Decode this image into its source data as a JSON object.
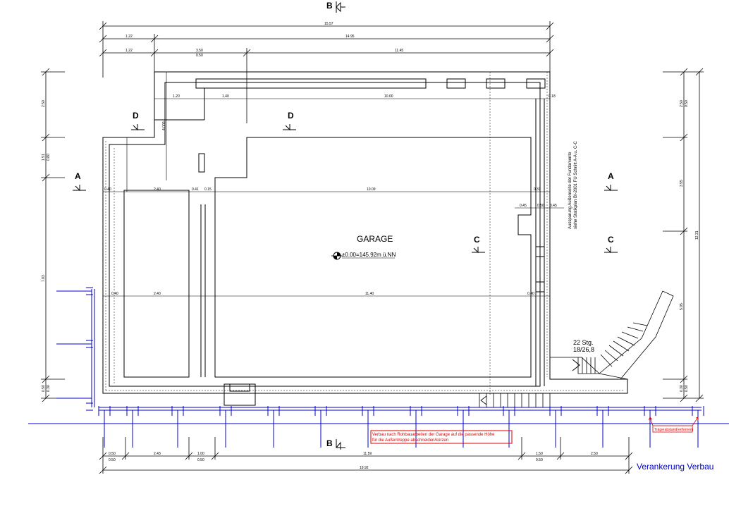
{
  "section_markers": {
    "b": "B",
    "d": "D",
    "a": "A",
    "c": "C"
  },
  "room": {
    "name": "GARAGE",
    "elevation": "±0.00=145.92m ü.NN"
  },
  "dims_top": {
    "overall": "15.57",
    "row2_left": "1.22",
    "row2_right": "14.95",
    "row3_left": "1.22",
    "row3_mid_a": "3.50",
    "row3_mid_b": "0.50",
    "row3_right": "11.45"
  },
  "dims_inner": [
    "1.20",
    "1.40",
    "10.00",
    "0.18",
    "0.40",
    "2.40",
    "0.41",
    "0.15",
    "10.09",
    "0.31",
    "0.45",
    "0.50",
    "0.45",
    "2.40",
    "11.40",
    "0.40",
    "0.40",
    "4.000"
  ],
  "dims_left": [
    "2.50",
    "1.51",
    "0.80",
    "7.83",
    "0.50",
    "0.30"
  ],
  "dims_right": [
    "2.50",
    "0.50",
    "3.55",
    "12.31",
    "5.95",
    "0.30",
    "0.50"
  ],
  "dims_bottom": {
    "row1": [
      "0.50",
      "2.43",
      "1.00",
      "11.59",
      "1.50",
      "2.50"
    ],
    "row1_sub": [
      "0.50",
      "0.50",
      "0.50"
    ],
    "overall": "19.92"
  },
  "foundation_note": {
    "line1": "Aussparung Außenseite der Fundamente",
    "line2": "siehe Statikplan BI-2001 FU Schnitt A-A u. C-C"
  },
  "stairs": {
    "steps": "22 Stg.",
    "ratio": "18/26,8"
  },
  "red_note": {
    "line1": "Verbau nach Rohbauarbeiten der Garage auf die passende Höhe",
    "line2": "für die Außentreppe abschneiden/kürzen"
  },
  "red_tag": "Trägerabstand(enfernen)",
  "verbau_label": "Verankerung Verbau",
  "colors": {
    "line": "#000000",
    "blue": "#0000cc",
    "red": "#dd0000"
  }
}
